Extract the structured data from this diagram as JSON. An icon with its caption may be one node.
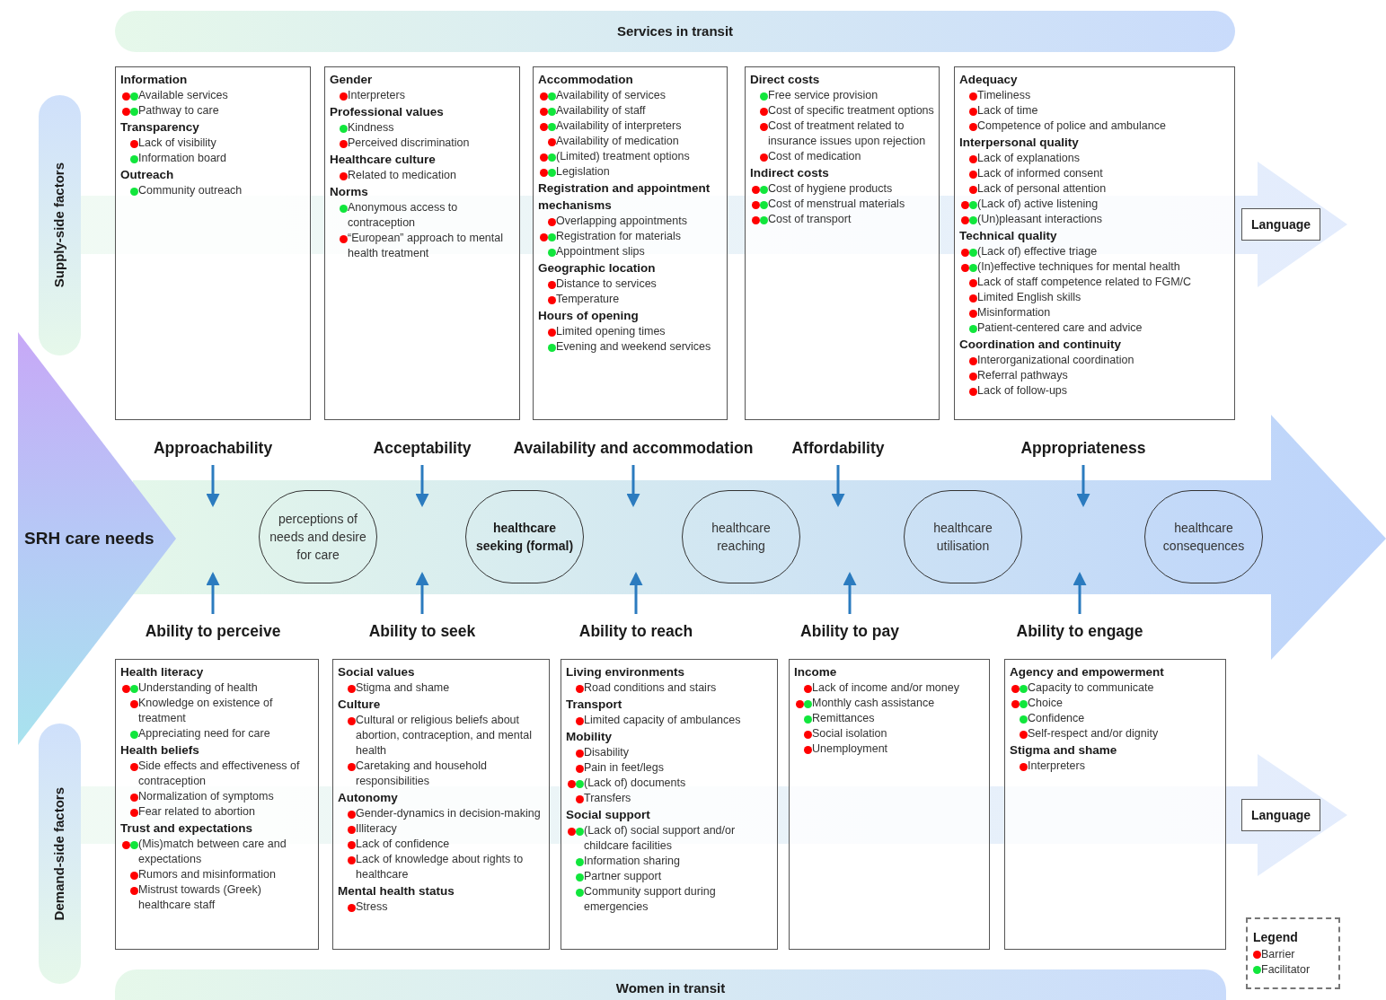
{
  "diagram": {
    "nodes": [
      {
        "text": [
          "Services in transit"
        ]
      },
      {
        "text": [
          "Supply-side factors"
        ]
      },
      {
        "text": [
          "Information",
          "Available services",
          "Pathway to care",
          "Transparency",
          "Lack of visibility",
          "Information board",
          "Outreach",
          "Community outreach"
        ]
      },
      {
        "text": [
          "Gender",
          "Interpreters",
          "Professional values",
          "Kindness",
          "Perceived discrimination",
          "Healthcare culture",
          "Related to medication",
          "Norms",
          "Anonymous access to contraception",
          "“European” approach to mental health treatment"
        ]
      },
      {
        "text": [
          "Accommodation",
          "Availability of services",
          "Availability of staff",
          "Availability of interpreters",
          "Availability of medication",
          "(Limited) treatment options",
          "Legislation",
          "Registration and appointment mechanisms",
          "Overlapping appointments",
          "Registration for materials",
          "Appointment slips",
          "Geographic location",
          "Distance to services",
          "Temperature",
          "Hours of opening",
          "Limited opening times",
          "Evening and weekend services"
        ]
      },
      {
        "text": [
          "Direct costs",
          "Free service provision",
          "Cost of specific treatment options",
          "Cost of treatment related to insurance issues upon rejection",
          "Cost of medication",
          "Indirect costs",
          "Cost of hygiene products",
          "Cost of menstrual materials",
          "Cost of transport"
        ]
      },
      {
        "text": [
          "Adequacy",
          "Timeliness",
          "Lack of time",
          "Competence of police and ambulance",
          "Interpersonal quality",
          "Lack of explanations",
          "Lack of informed consent",
          "Lack of personal attention",
          "(Lack of) active listening",
          "(Un)pleasant interactions",
          "Technical quality",
          "(Lack of) effective triage",
          "(In)effective techniques for mental health",
          "Lack of staff competence related to FGM/C",
          "Limited English skills",
          "Misinformation",
          "Patient-centered care and advice",
          "Coordination and continuity",
          "Interorganizational coordination",
          "Referral pathways",
          "Lack of follow-ups"
        ]
      },
      {
        "text": [
          "Language"
        ]
      },
      {
        "text": [
          "SRH care needs"
        ]
      },
      {
        "text": [
          "Approachability"
        ]
      },
      {
        "text": [
          "Acceptability"
        ]
      },
      {
        "text": [
          "Availability and accommodation"
        ]
      },
      {
        "text": [
          "Affordability"
        ]
      },
      {
        "text": [
          "Appropriateness"
        ]
      },
      {
        "text": [
          "perceptions of needs and desire for care"
        ]
      },
      {
        "text": [
          "healthcare seeking (formal)"
        ]
      },
      {
        "text": [
          "healthcare reaching"
        ]
      },
      {
        "text": [
          "healthcare utilisation"
        ]
      },
      {
        "text": [
          "healthcare consequences"
        ]
      },
      {
        "text": [
          "Ability to perceive"
        ]
      },
      {
        "text": [
          "Ability to seek"
        ]
      },
      {
        "text": [
          "Ability to reach"
        ]
      },
      {
        "text": [
          "Ability to pay"
        ]
      },
      {
        "text": [
          "Ability to engage"
        ]
      },
      {
        "text": [
          "Demand-side factors"
        ]
      },
      {
        "text": [
          "Health literacy",
          "Understanding of health",
          "Knowledge on existence of treatment",
          "Appreciating need for care",
          "Health beliefs",
          "Side effects and effectiveness of contraception",
          "Normalization of symptoms",
          "Fear related to abortion",
          "Trust and expectations",
          "(Mis)match between care and expectations",
          "Rumors and misinformation",
          "Mistrust towards (Greek) healthcare staff"
        ]
      },
      {
        "text": [
          "Social values",
          "Stigma and shame",
          "Culture",
          "Cultural or religious beliefs about abortion, contraception, and mental health",
          "Caretaking and household responsibilities",
          "Autonomy",
          "Gender-dynamics in decision-making",
          "Illiteracy",
          "Lack of confidence",
          "Lack of knowledge about rights to healthcare",
          "Mental health status",
          "Stress"
        ]
      },
      {
        "text": [
          "Living environments",
          "Road conditions and stairs",
          "Transport",
          "Limited capacity of ambulances",
          "Mobility",
          "Disability",
          "Pain in feet/legs",
          "(Lack of) documents",
          "Transfers",
          "Social support",
          "(Lack of) social support and/or childcare facilities",
          "Information sharing",
          "Partner support",
          "Community support during emergencies"
        ]
      },
      {
        "text": [
          "Income",
          "Lack of income and/or money",
          "Monthly cash assistance",
          "Remittances",
          "Social isolation",
          "Unemployment"
        ]
      },
      {
        "text": [
          "Agency and empowerment",
          "Capacity to communicate",
          "Choice",
          "Confidence",
          "Self-respect and/or dignity",
          "Stigma and shame",
          "Interpreters"
        ]
      },
      {
        "text": [
          "Language"
        ]
      },
      {
        "text": [
          "Women in transit"
        ]
      }
    ],
    "edges": [
      {
        "from": 9,
        "to": null,
        "arrow": "to"
      },
      {
        "from": 10,
        "to": null,
        "arrow": "to"
      },
      {
        "from": 11,
        "to": null,
        "arrow": "to"
      },
      {
        "from": 12,
        "to": null,
        "arrow": "to"
      },
      {
        "from": 13,
        "to": null,
        "arrow": "to"
      },
      {
        "from": 19,
        "to": null,
        "arrow": "to"
      },
      {
        "from": 20,
        "to": null,
        "arrow": "to"
      },
      {
        "from": 21,
        "to": null,
        "arrow": "to"
      },
      {
        "from": 22,
        "to": null,
        "arrow": "to"
      },
      {
        "from": 23,
        "to": null,
        "arrow": "to"
      },
      {
        "from": 8,
        "to": null,
        "arrow": "to"
      }
    ],
    "legend": [
      {
        "text": "Barrier",
        "color": "#ff0000"
      },
      {
        "text": "Facilitator",
        "color": "#11e63c"
      }
    ],
    "labels": [
      "Legend"
    ]
  }
}
